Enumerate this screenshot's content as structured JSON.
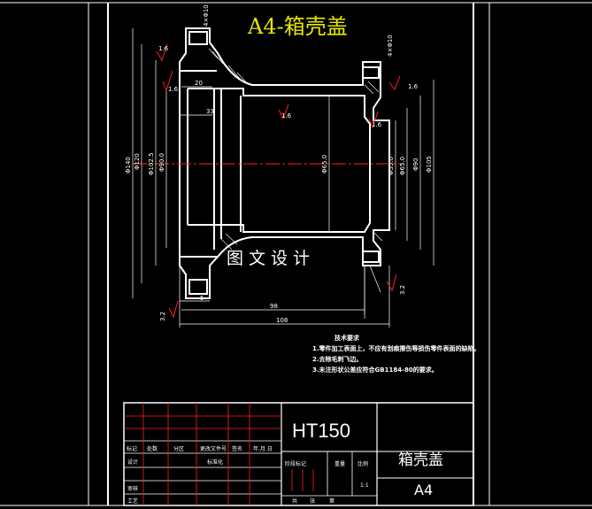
{
  "drawing": {
    "title": "A4-箱壳盖",
    "watermark": "图文设计",
    "colors": {
      "background": "#000000",
      "outline": "#ffffff",
      "dimension": "#ffffff",
      "centerline": "#ff2020",
      "title": "#e6e600",
      "table_lines": "#ff2020",
      "vertical_dims": "#00e5e5"
    }
  },
  "dimensions": {
    "top_holes": "4×Φ10",
    "right_holes": "4×Φ10",
    "roughness_1": "1.6",
    "roughness_2": "1.6",
    "roughness_3": "1.6",
    "roughness_4": "1.6",
    "roughness_5": "1.6",
    "roughness_6": "3.2",
    "roughness_7": "3.2",
    "d20": "20",
    "d33": "33",
    "d140": "Φ140",
    "d120": "Φ120",
    "d102": "Φ102.5",
    "d90": "Φ90.0",
    "d65": "Φ65.0",
    "d55": "Φ55.0",
    "d65b": "Φ65.0",
    "d90r": "Φ90",
    "d105": "Φ105",
    "d5": "5",
    "d98": "98",
    "d108": "108"
  },
  "notes": {
    "heading": "技术要求",
    "line1": "1.零件加工表面上，不应有划痕擦伤等损伤零件表面的缺陷。",
    "line2": "2.去除毛刺飞边。",
    "line3": "3.未注形状公差应符合GB1184-80的要求。"
  },
  "title_block": {
    "material": "HT150",
    "part_name": "箱壳盖",
    "sheet": "A4",
    "scale": "1:1",
    "c_biaoji": "标记",
    "c_chushu": "处数",
    "c_fenqu": "分区",
    "c_gengai": "更改文件号",
    "c_qianming": "签名",
    "c_date": "年.月.日",
    "c_sheji": "设计",
    "c_biaozhun": "标准化",
    "c_jieduan": "阶段标记",
    "c_zhongliang": "重量",
    "c_bili": "比例",
    "c_shenhe": "审核",
    "c_gongyi": "工艺",
    "c_gong": "共",
    "c_zhang": "张",
    "c_di": "第"
  }
}
